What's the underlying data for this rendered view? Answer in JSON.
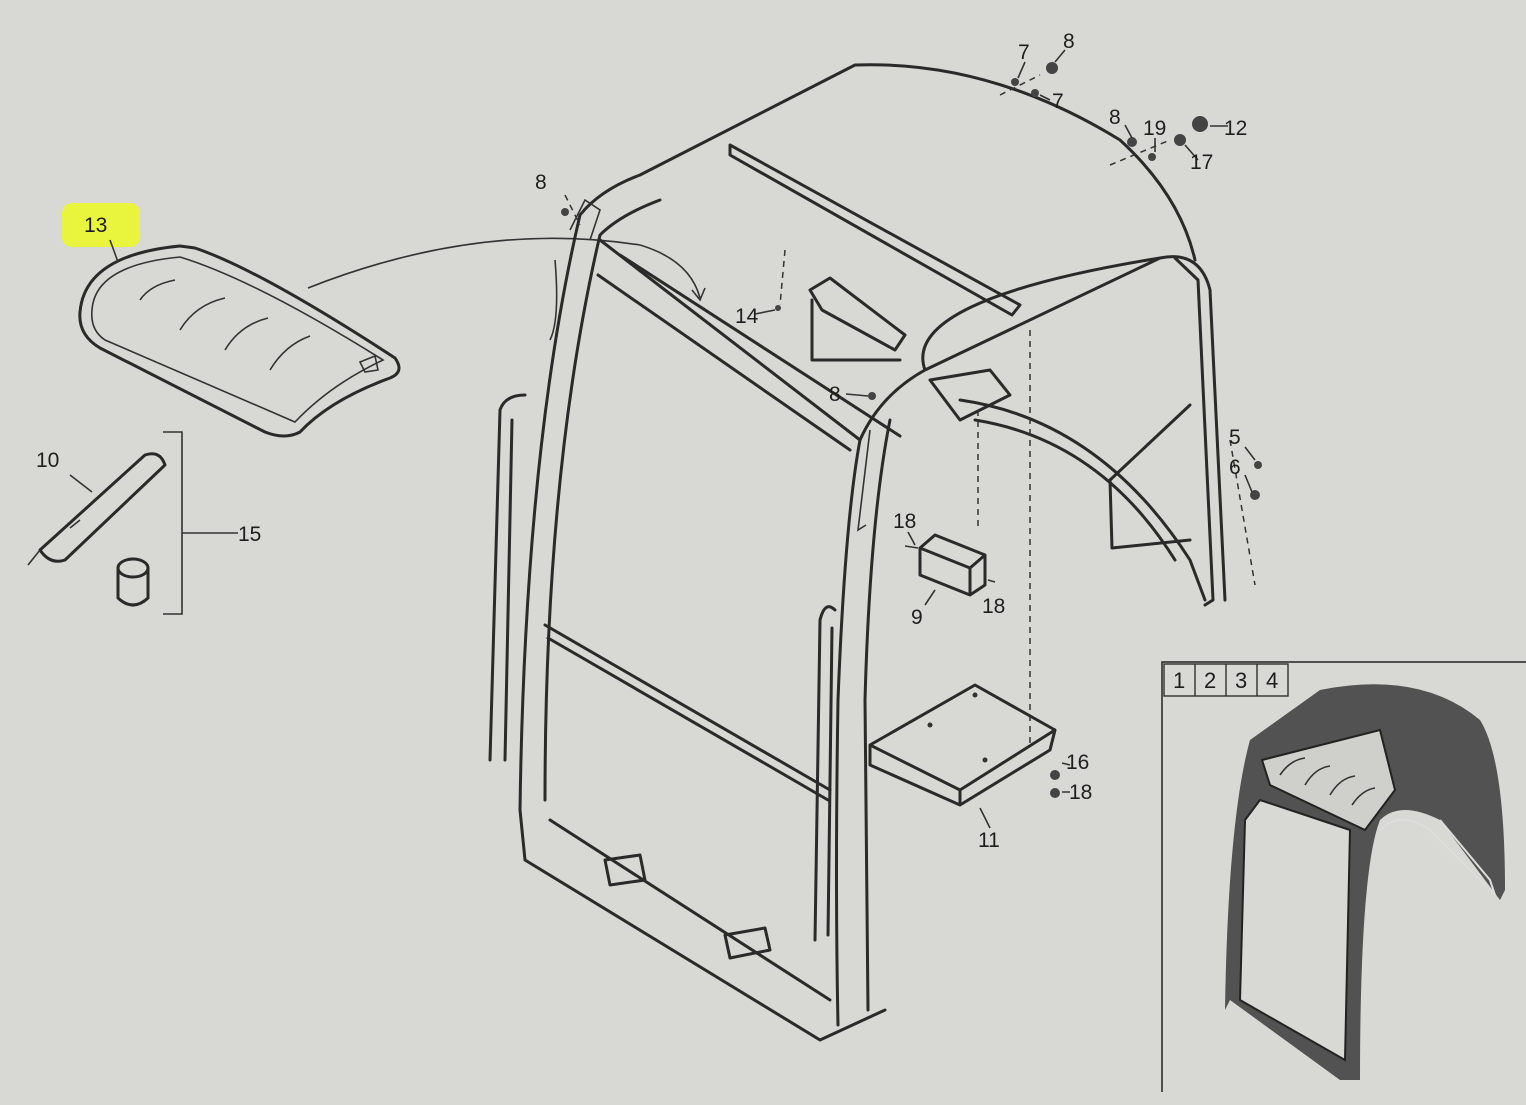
{
  "diagram": {
    "callouts": {
      "c13": "13",
      "c10": "10",
      "c15": "15",
      "c8a": "8",
      "c14": "14",
      "c8b": "8",
      "c7a": "7",
      "c8c": "8",
      "c7b": "7",
      "c8d": "8",
      "c19": "19",
      "c12": "12",
      "c17": "17",
      "c5": "5",
      "c6": "6",
      "c18a": "18",
      "c9": "9",
      "c18b": "18",
      "c16": "16",
      "c18c": "18",
      "c11": "11"
    },
    "inset_tabs": [
      "1",
      "2",
      "3",
      "4"
    ],
    "highlight_color": "#e6f53a"
  }
}
